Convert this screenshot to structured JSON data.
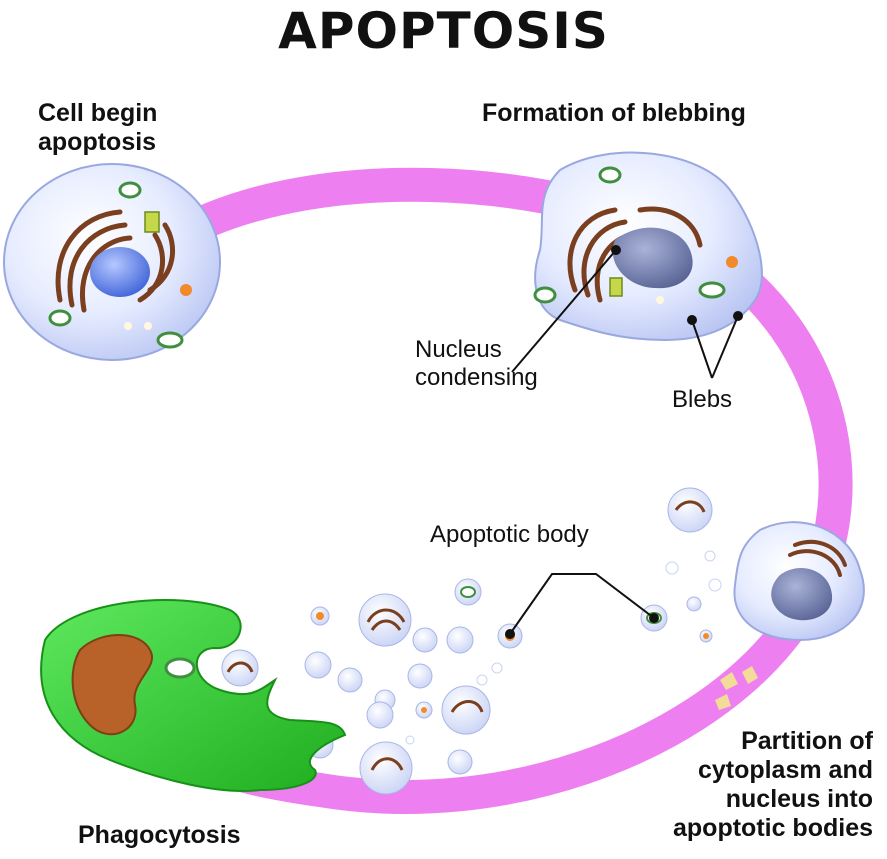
{
  "title": "APOPTOSIS",
  "stages": {
    "begin": [
      "Cell begin",
      "apoptosis"
    ],
    "blebbing": "Formation of blebbing",
    "partition": [
      "Partition of",
      "cytoplasm and",
      "nucleus into",
      "apoptotic bodies"
    ],
    "phagocytosis": "Phagocytosis"
  },
  "callouts": {
    "nucleus": [
      "Nucleus",
      "condensing"
    ],
    "blebs": "Blebs",
    "apoptotic_body": "Apoptotic body"
  },
  "colors": {
    "path": "#ee7ff0",
    "cell_fill": "#dfe7ff",
    "nucleus": "#5f86f0",
    "condensed_nucleus": "#7c88b8",
    "golgi": "#7a3f1e",
    "mitochondria": "#3f8f3f",
    "phagocyte": "#2fcf2f",
    "phagocyte_nucleus": "#b8622a",
    "vesicle": "#f08a2a"
  }
}
